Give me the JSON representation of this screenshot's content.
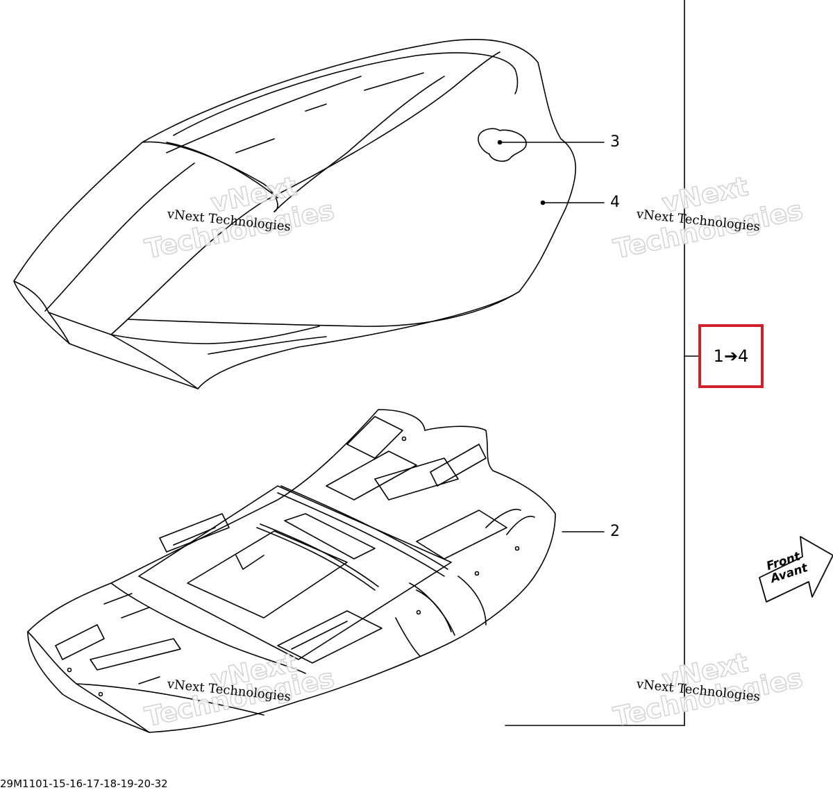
{
  "callouts": {
    "part_3": "3",
    "part_4": "4",
    "part_2": "2"
  },
  "reference": {
    "label": "1➔4",
    "highlight_color": "#d0202a"
  },
  "watermark": {
    "small": "vNext Technologies",
    "big_top": "vNext",
    "big_bottom": "Technologies"
  },
  "direction": {
    "line1": "Front",
    "line2": "Avant",
    "icon": "front-arrow-icon"
  },
  "drawing_id": "29M1101-15-16-17-18-19-20-32"
}
